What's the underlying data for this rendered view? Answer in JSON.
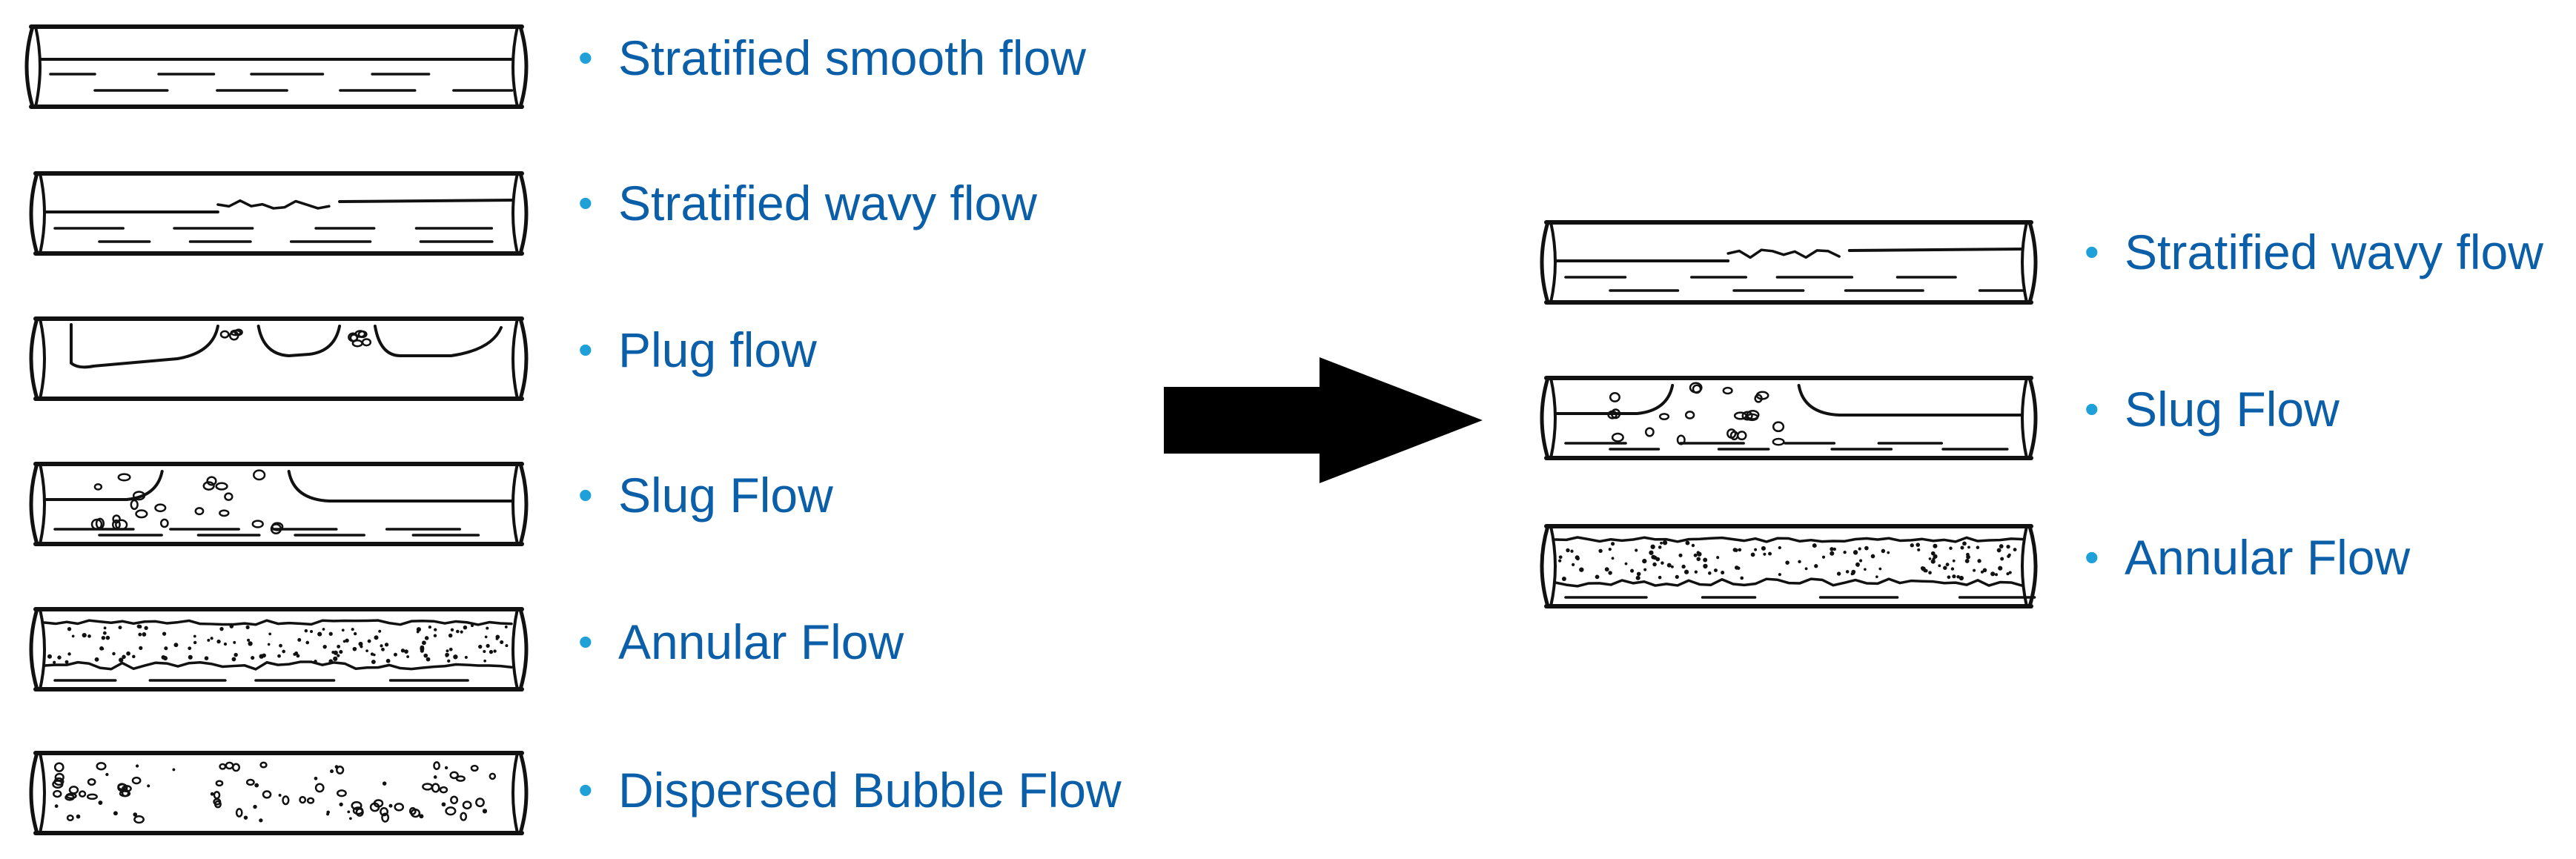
{
  "colors": {
    "label": "#0b5fa8",
    "bullet": "#1fa0d8",
    "line": "#111111",
    "arrow": "#000000"
  },
  "bullet_glyph": "•",
  "left_list": {
    "items": [
      {
        "pattern": "stratified-smooth",
        "label": "Stratified smooth flow"
      },
      {
        "pattern": "stratified-wavy",
        "label": "Stratified wavy flow"
      },
      {
        "pattern": "plug",
        "label": "Plug flow"
      },
      {
        "pattern": "slug",
        "label": "Slug Flow"
      },
      {
        "pattern": "annular",
        "label": "Annular Flow"
      },
      {
        "pattern": "dispersed-bubble",
        "label": "Dispersed Bubble Flow"
      }
    ]
  },
  "arrow": {
    "icon": "right-arrow-icon"
  },
  "right_list": {
    "items": [
      {
        "pattern": "stratified-wavy",
        "label": "Stratified wavy flow"
      },
      {
        "pattern": "slug",
        "label": "Slug Flow"
      },
      {
        "pattern": "annular",
        "label": "Annular Flow"
      }
    ]
  }
}
